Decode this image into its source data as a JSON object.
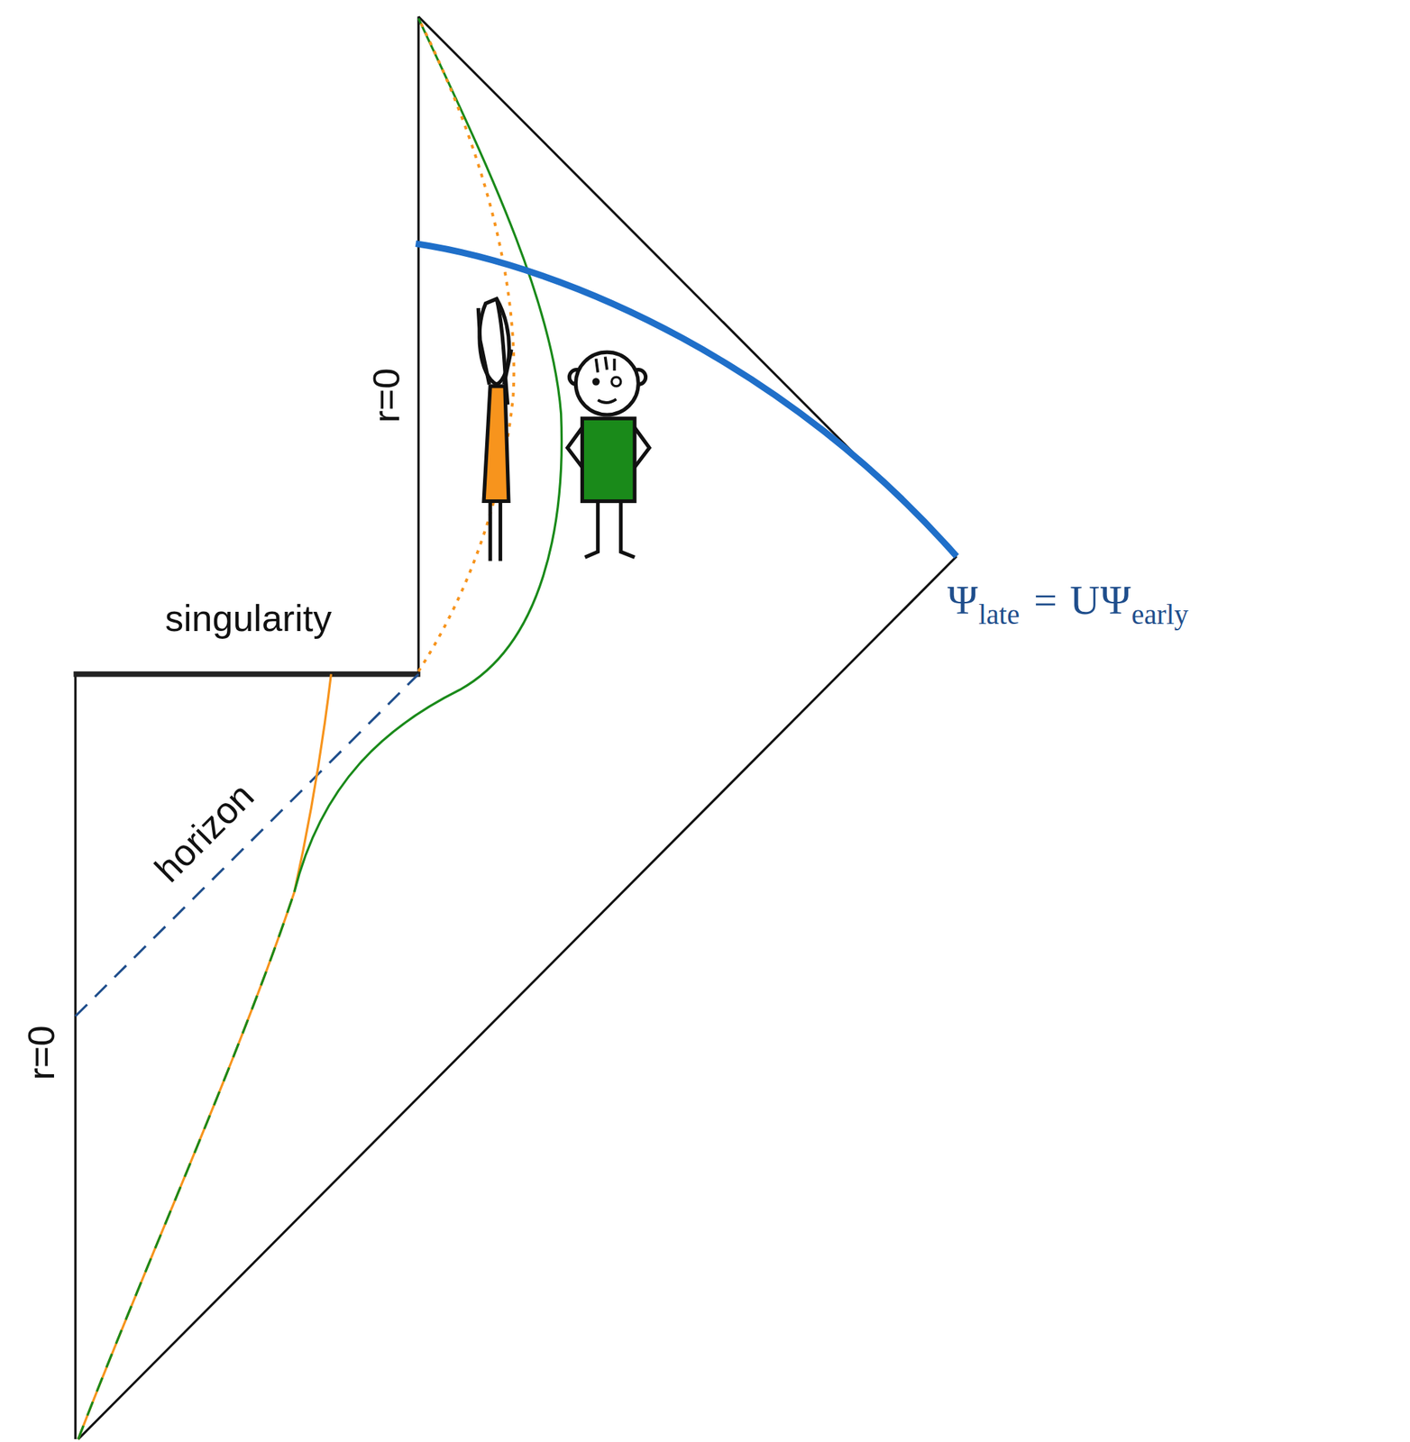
{
  "diagram": {
    "labels": [
      "r=0",
      "singularity",
      "horizon",
      "r=0",
      "Ψ",
      "late",
      "=",
      "U",
      "Ψ",
      "early"
    ]
  }
}
